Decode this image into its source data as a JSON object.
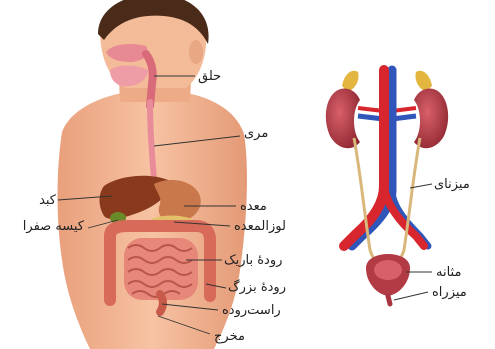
{
  "digestive": {
    "labels": {
      "pharynx": "حلق",
      "esophagus": "مری",
      "liver": "کبد",
      "gallbladder": "کیسه صفرا",
      "stomach": "معده",
      "pancreas": "لوزالمعده",
      "small_intestine": "رودهٔ باریک",
      "large_intestine": "رودهٔ بزرگ",
      "rectum": "راست‌روده",
      "anus": "مخرج"
    }
  },
  "urinary": {
    "labels": {
      "ureter": "میزنای",
      "bladder": "مثانه",
      "urethra": "میزراه"
    }
  },
  "colors": {
    "skin": "#f3b694",
    "liver": "#8a3a1c",
    "stomach": "#c8784a",
    "intestine": "#e07a6e",
    "kidney": "#b5404a",
    "artery": "#d8262e",
    "vein": "#2f56b8",
    "ureter": "#d9b77a",
    "adrenal": "#e3b640"
  }
}
